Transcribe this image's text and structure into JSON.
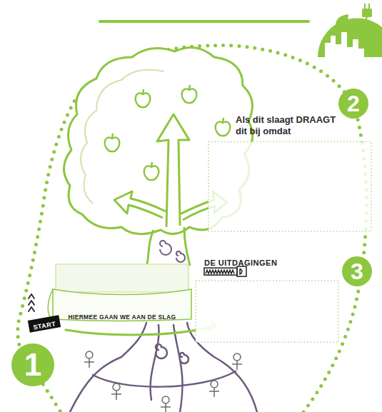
{
  "diagram": {
    "nodes": [
      {
        "text": [
          "2"
        ]
      },
      {
        "text": [
          "Als dit slaagt DRAAGT dit bij omdat"
        ]
      },
      {
        "text": [
          "3"
        ]
      },
      {
        "text": [
          "DE UITDAGINGEN"
        ]
      },
      {
        "text": [
          "HIERMEE GAAN WE AAN DE SLAG"
        ]
      },
      {
        "text": [
          "START"
        ]
      },
      {
        "text": [
          "1"
        ]
      }
    ]
  }
}
